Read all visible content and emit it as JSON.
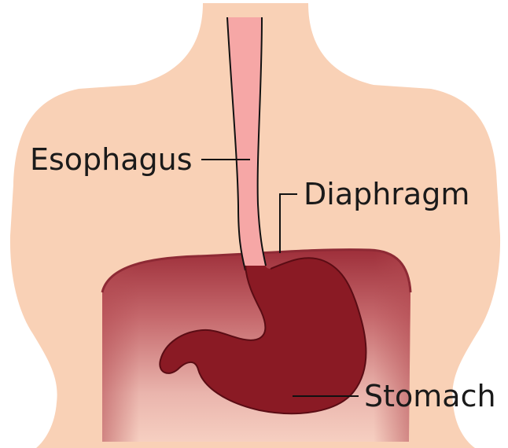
{
  "labels": {
    "esophagus": "Esophagus",
    "diaphragm": "Diaphragm",
    "stomach": "Stomach"
  },
  "colors": {
    "skin": "#f9d1b6",
    "esophagus": "#f6a7a6",
    "stomach": "#8a1a24",
    "cavity_dark": "#a33842",
    "cavity_light": "#f2c6bf",
    "outline": "#111111"
  }
}
